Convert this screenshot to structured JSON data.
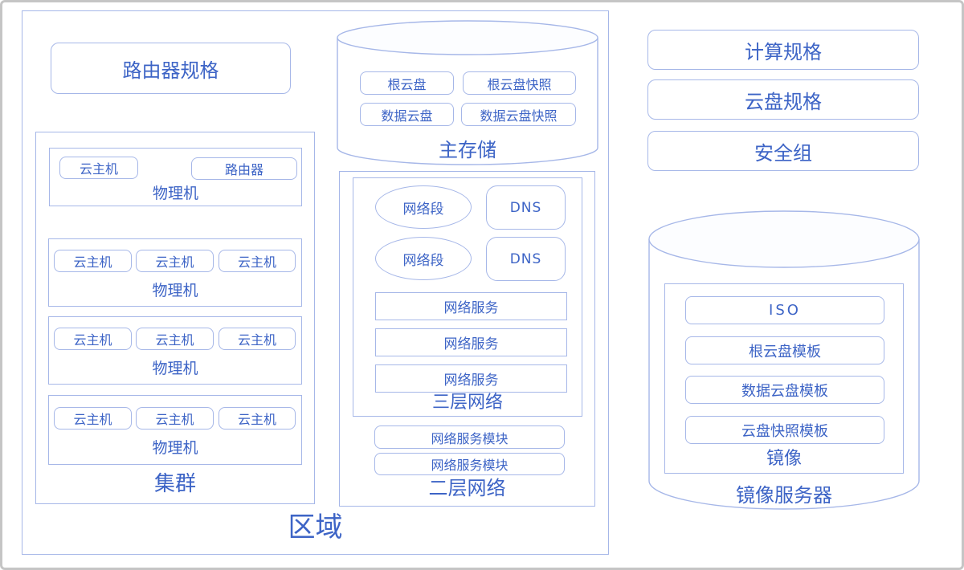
{
  "colors": {
    "line": "#a6b7e8",
    "text": "#3d64c6",
    "frame": "#c5c5c5",
    "background": "#ffffff"
  },
  "region": {
    "label": "区域",
    "router_spec_label": "路由器规格",
    "cluster": {
      "label": "集群",
      "hosts": [
        {
          "label": "物理机",
          "chips": [
            "云主机",
            "路由器"
          ]
        },
        {
          "label": "物理机",
          "chips": [
            "云主机",
            "云主机",
            "云主机"
          ]
        },
        {
          "label": "物理机",
          "chips": [
            "云主机",
            "云主机",
            "云主机"
          ]
        },
        {
          "label": "物理机",
          "chips": [
            "云主机",
            "云主机",
            "云主机"
          ]
        }
      ]
    },
    "primary_storage": {
      "label": "主存储",
      "chips": [
        "根云盘",
        "根云盘快照",
        "数据云盘",
        "数据云盘快照"
      ]
    },
    "l2_network": {
      "label": "二层网络",
      "l3_network": {
        "label": "三层网络",
        "segments": [
          "网络段",
          "网络段"
        ],
        "dns": [
          "DNS",
          "DNS"
        ],
        "services": [
          "网络服务",
          "网络服务",
          "网络服务"
        ]
      },
      "modules": [
        "网络服务模块",
        "网络服务模块"
      ]
    }
  },
  "right_panel": {
    "specs": [
      "计算规格",
      "云盘规格",
      "安全组"
    ],
    "image_server": {
      "label": "镜像服务器",
      "image_group": {
        "label": "镜像",
        "items": [
          "ISO",
          "根云盘模板",
          "数据云盘模板",
          "云盘快照模板"
        ]
      }
    }
  }
}
